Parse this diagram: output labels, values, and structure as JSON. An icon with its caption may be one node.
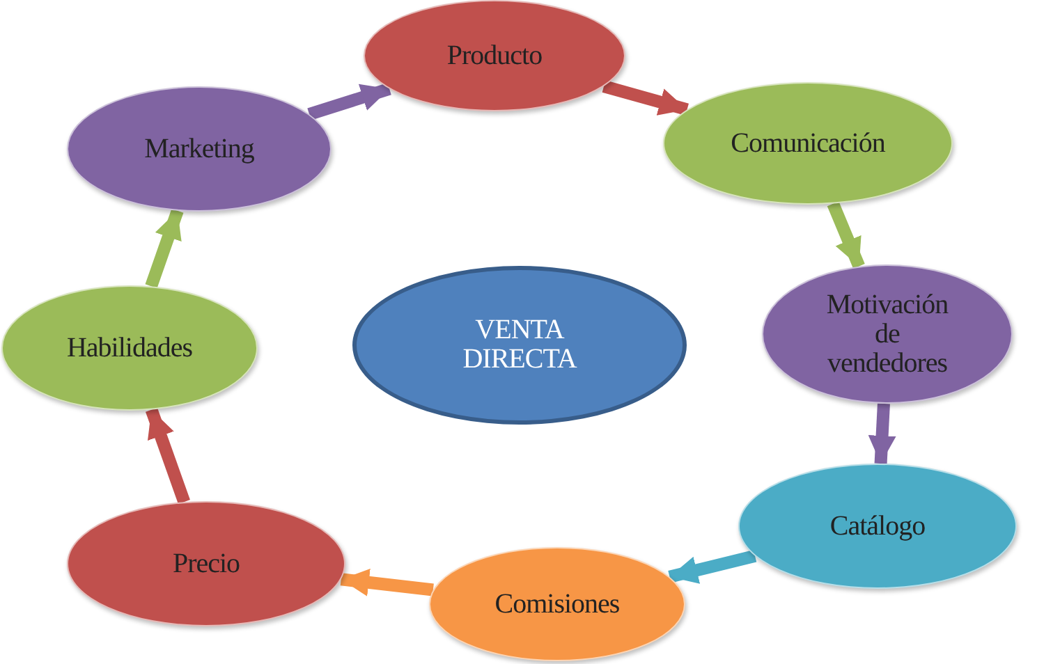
{
  "diagram": {
    "nodes": [
      {
        "text": [
          "Producto"
        ]
      },
      {
        "text": [
          "Comunicación"
        ]
      },
      {
        "text": [
          "Motivación de vendedores"
        ]
      },
      {
        "text": [
          "Catálogo"
        ]
      },
      {
        "text": [
          "Comisiones"
        ]
      },
      {
        "text": [
          "Precio"
        ]
      },
      {
        "text": [
          "Habilidades"
        ]
      },
      {
        "text": [
          "Marketing"
        ]
      },
      {
        "text": [
          "VENTA DIRECTA"
        ]
      }
    ],
    "edges": [
      {
        "from": 0,
        "to": 1,
        "arrow": "to",
        "color": "#c0504d"
      },
      {
        "from": 1,
        "to": 2,
        "arrow": "to",
        "color": "#9bbb59"
      },
      {
        "from": 2,
        "to": 3,
        "arrow": "to",
        "color": "#8064a2"
      },
      {
        "from": 3,
        "to": 4,
        "arrow": "to",
        "color": "#4bacc6"
      },
      {
        "from": 4,
        "to": 5,
        "arrow": "to",
        "color": "#f79646"
      },
      {
        "from": 5,
        "to": 6,
        "arrow": "to",
        "color": "#c0504d"
      },
      {
        "from": 6,
        "to": 7,
        "arrow": "to",
        "color": "#9bbb59"
      },
      {
        "from": 7,
        "to": 0,
        "arrow": "to",
        "color": "#8064a2"
      }
    ]
  }
}
